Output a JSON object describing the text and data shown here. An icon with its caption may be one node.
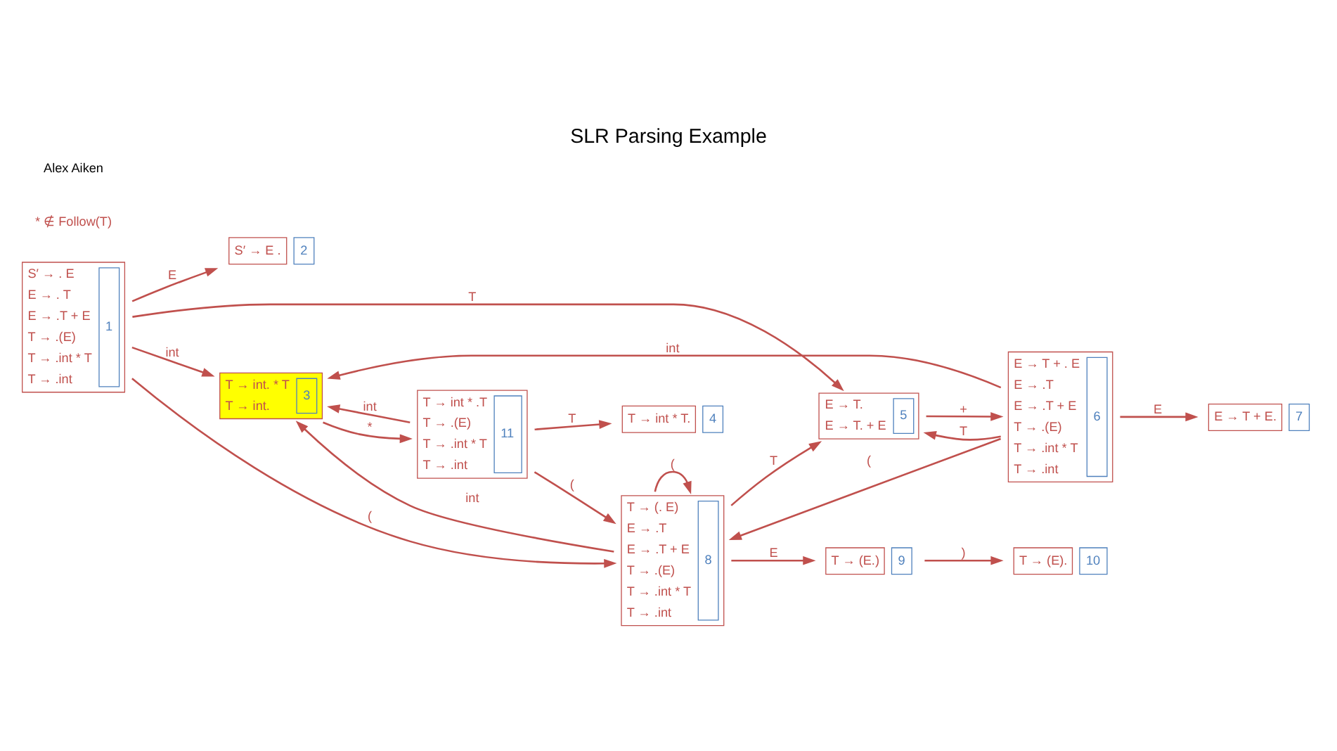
{
  "diagram": {
    "title": "SLR Parsing Example",
    "nodes": [
      {
        "text": [
          "S′ → . E",
          "E → . T",
          "E → .T + E",
          "T → .(E)",
          "T → .int * T",
          "T → .int",
          "1"
        ]
      },
      {
        "text": [
          "S′ → E ."
        ],
        "beside": [
          "2"
        ]
      },
      {
        "text": [
          "T → int. * T",
          "T → int.",
          "3"
        ]
      },
      {
        "text": [
          "T → int * T."
        ],
        "beside": [
          "4"
        ]
      },
      {
        "text": [
          "E → T.",
          "E → T. + E",
          "5"
        ]
      },
      {
        "text": [
          "E → T + . E",
          "E → .T",
          "E → .T + E",
          "T → .(E)",
          "T → .int * T",
          "T → .int",
          "6"
        ]
      },
      {
        "text": [
          "E → T + E."
        ],
        "beside": [
          "7"
        ]
      },
      {
        "text": [
          "T → (. E)",
          "E → .T",
          "E → .T + E",
          "T → .(E)",
          "T → .int * T",
          "T → .int",
          "8"
        ]
      },
      {
        "text": [
          "T → (E.)"
        ],
        "beside": [
          "9"
        ]
      },
      {
        "text": [
          "T → (E)."
        ],
        "beside": [
          "10"
        ]
      },
      {
        "text": [
          "T → int * .T",
          "T → .(E)",
          "T → .int * T",
          "T → .int",
          "11"
        ]
      }
    ],
    "edges": [
      {
        "from": 0,
        "to": 1,
        "arrow": "to",
        "label": "E"
      },
      {
        "from": 0,
        "to": 4,
        "arrow": "to",
        "label": "T"
      },
      {
        "from": 0,
        "to": 2,
        "arrow": "to",
        "label": "int"
      },
      {
        "from": 0,
        "to": 7,
        "arrow": "to",
        "label": "("
      },
      {
        "from": 2,
        "to": 10,
        "arrow": "to",
        "label": "*"
      },
      {
        "from": 10,
        "to": 2,
        "arrow": "to",
        "label": "int"
      },
      {
        "from": 10,
        "to": 3,
        "arrow": "to",
        "label": "T"
      },
      {
        "from": 10,
        "to": 7,
        "arrow": "to",
        "label": "("
      },
      {
        "from": 5,
        "to": 4,
        "arrow": "to",
        "label": "T"
      },
      {
        "from": 4,
        "to": 5,
        "arrow": "to",
        "label": "+"
      },
      {
        "from": 5,
        "to": 2,
        "arrow": "to",
        "label": "int"
      },
      {
        "from": 5,
        "to": 6,
        "arrow": "to",
        "label": "E"
      },
      {
        "from": 5,
        "to": 7,
        "arrow": "to",
        "label": "("
      },
      {
        "from": 7,
        "to": 4,
        "arrow": "to",
        "label": "T"
      },
      {
        "from": 7,
        "to": 2,
        "arrow": "to",
        "label": "int"
      },
      {
        "from": 7,
        "to": 8,
        "arrow": "to",
        "label": "E"
      },
      {
        "from": 7,
        "to": 7,
        "arrow": "to",
        "label": "("
      },
      {
        "from": 8,
        "to": 9,
        "arrow": "to",
        "label": ")"
      }
    ],
    "labels": [
      "* ∉ Follow(T)",
      "Alex Aiken"
    ]
  }
}
